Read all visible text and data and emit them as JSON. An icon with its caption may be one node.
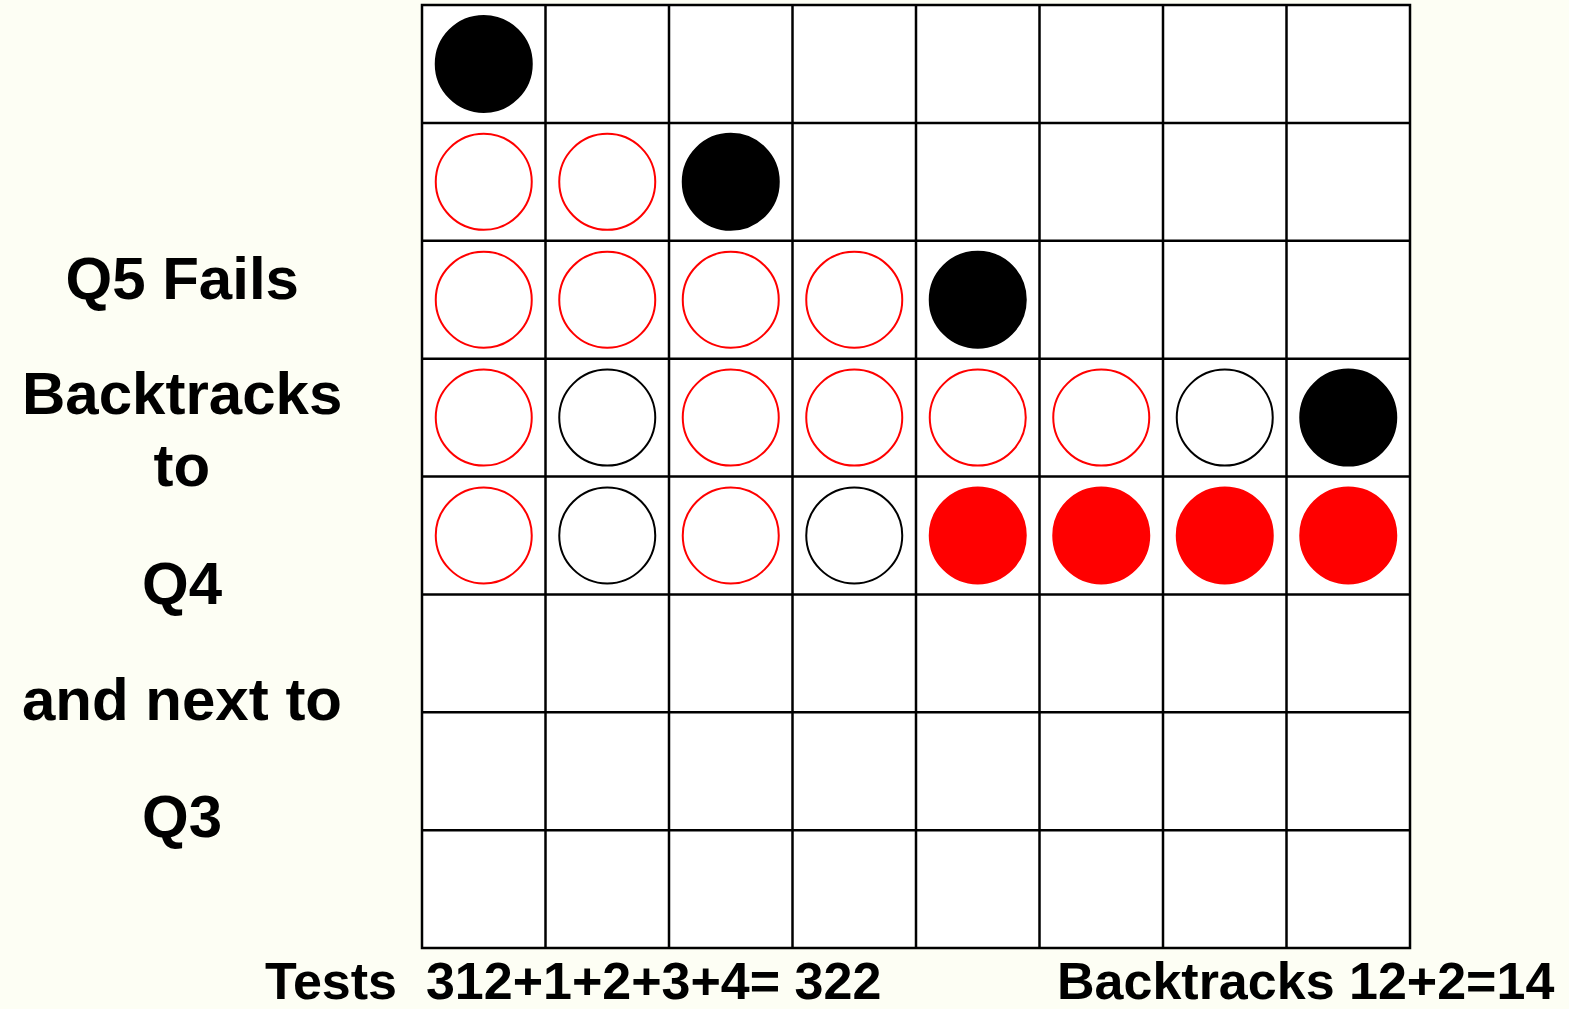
{
  "diagram": {
    "labels": [
      "Q5 Fails",
      "Backtracks",
      "to",
      "Q4",
      "and next to",
      "Q3",
      "Tests  312+1+2+3+4= 322",
      "Backtracks 12+2=14"
    ]
  }
}
